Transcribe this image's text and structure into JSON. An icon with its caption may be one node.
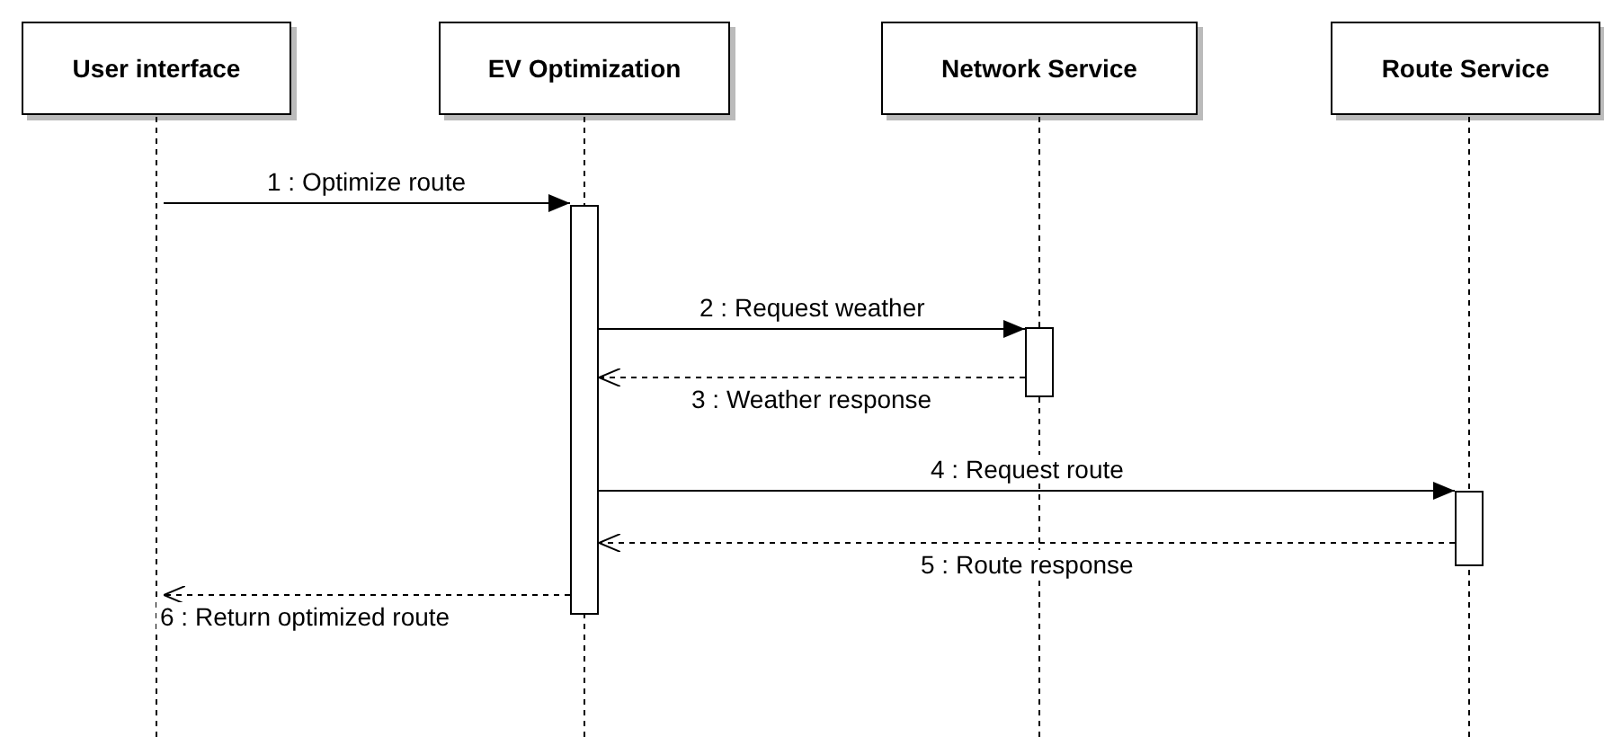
{
  "diagram": {
    "nodes": [
      {
        "text": [
          "User interface"
        ]
      },
      {
        "text": [
          "EV Optimization"
        ]
      },
      {
        "text": [
          "Network Service"
        ]
      },
      {
        "text": [
          "Route Service"
        ]
      },
      {
        "text": [],
        "shape": "line"
      },
      {
        "text": [],
        "shape": "line"
      },
      {
        "text": [],
        "shape": "line"
      },
      {
        "text": [],
        "shape": "line"
      },
      {
        "text": [],
        "shape": "bar"
      },
      {
        "text": [],
        "shape": "bar"
      },
      {
        "text": [],
        "shape": "bar"
      }
    ],
    "edges": [
      {
        "from": 4,
        "to": 8,
        "arrow": "to",
        "label": "1 : Optimize route"
      },
      {
        "from": 8,
        "to": 9,
        "arrow": "to",
        "label": "2 : Request weather"
      },
      {
        "from": 9,
        "to": 8,
        "arrow": "to",
        "label": "3 : Weather response",
        "style": "dashed"
      },
      {
        "from": 8,
        "to": 10,
        "arrow": "to",
        "label": "4 : Request route"
      },
      {
        "from": 10,
        "to": 8,
        "arrow": "to",
        "label": "5 : Route response",
        "style": "dashed"
      },
      {
        "from": 8,
        "to": 4,
        "arrow": "to",
        "label": "6 : Return optimized route",
        "style": "dashed"
      }
    ]
  }
}
